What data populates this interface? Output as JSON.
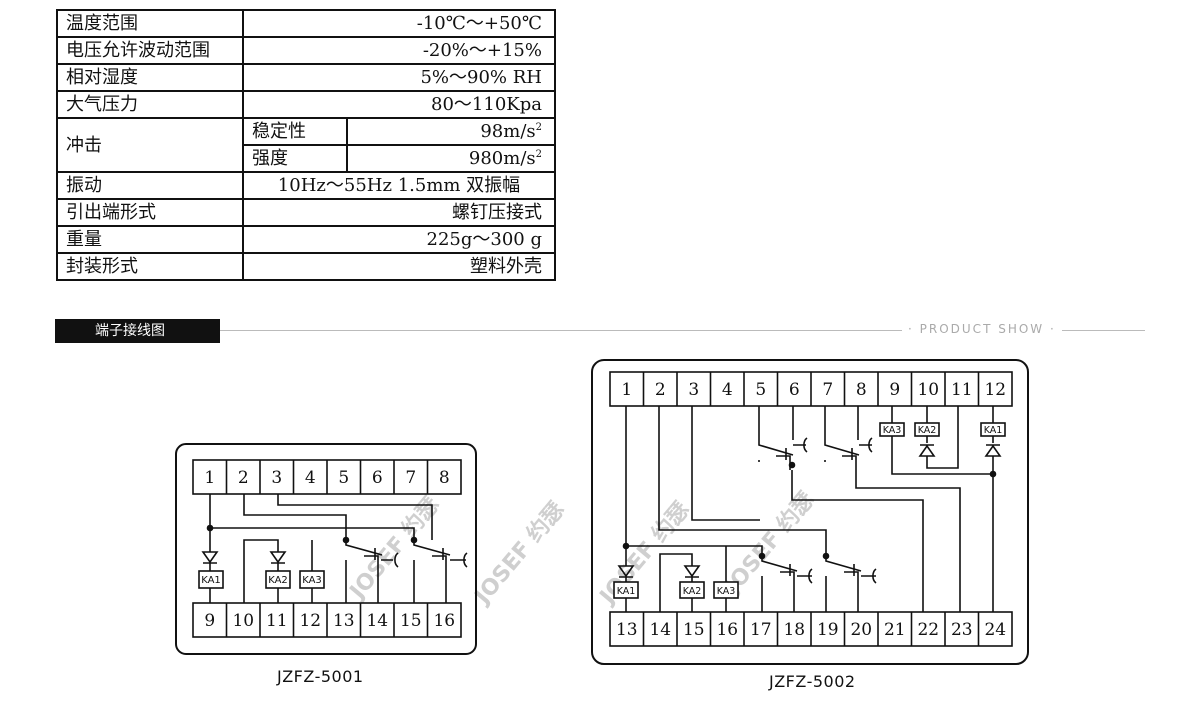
{
  "spec_table": {
    "rows": [
      {
        "label": "温度范围",
        "value": "-10℃～+50℃"
      },
      {
        "label": "电压允许波动范围",
        "value": "-20%～+15%"
      },
      {
        "label": "相对湿度",
        "value": "5%～90% RH"
      },
      {
        "label": "大气压力",
        "value": "80～110Kpa"
      }
    ],
    "shock": {
      "label": "冲击",
      "sub1_label": "稳定性",
      "sub1_value": "98m/s",
      "sub2_label": "强度",
      "sub2_value": "980m/s",
      "unit_sup": "2"
    },
    "rows2": [
      {
        "label": "振动",
        "value": "10Hz～55Hz 1.5mm 双振幅"
      },
      {
        "label": "引出端形式",
        "value": "螺钉压接式"
      },
      {
        "label": "重量",
        "value": "225g～300 g"
      },
      {
        "label": "封装形式",
        "value": "塑料外壳"
      }
    ]
  },
  "section": {
    "title": "端子接线图",
    "tag": "PRODUCT SHOW"
  },
  "watermark": "JOSEF 约瑟",
  "diagrams": [
    {
      "model": "JZFZ-5001",
      "top_terminals": [
        "1",
        "2",
        "3",
        "4",
        "5",
        "6",
        "7",
        "8"
      ],
      "bottom_terminals": [
        "9",
        "10",
        "11",
        "12",
        "13",
        "14",
        "15",
        "16"
      ],
      "relays": [
        "KA1",
        "KA2",
        "KA3"
      ]
    },
    {
      "model": "JZFZ-5002",
      "top_terminals": [
        "1",
        "2",
        "3",
        "4",
        "5",
        "6",
        "7",
        "8",
        "9",
        "10",
        "11",
        "12"
      ],
      "bottom_terminals": [
        "13",
        "14",
        "15",
        "16",
        "17",
        "18",
        "19",
        "20",
        "21",
        "22",
        "23",
        "24"
      ],
      "relays_bottom": [
        "KA1",
        "KA2",
        "KA3"
      ],
      "relays_top": [
        "KA3",
        "KA2",
        "KA1"
      ]
    }
  ]
}
